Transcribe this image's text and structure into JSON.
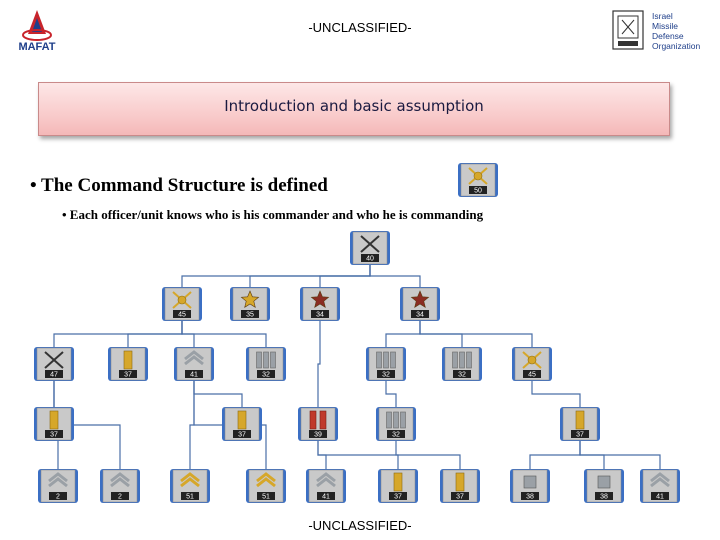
{
  "classification_top": "-UNCLASSIFIED-",
  "classification_bottom": "-UNCLASSIFIED-",
  "logos": {
    "left": {
      "text": "MAFAT"
    },
    "right": {
      "lines": [
        "Israel",
        "Missile",
        "Defense",
        "Organization"
      ]
    }
  },
  "title": "Introduction and basic assumption",
  "bullets": [
    {
      "text": "• The Command Structure is defined"
    },
    {
      "text": "•   Each officer/unit knows who is his commander and who he is commanding"
    }
  ],
  "colors": {
    "accent_blue": "#3b6fc4",
    "title_bg": "#f9cccc",
    "line": "#4a6fa8"
  },
  "org_chart": {
    "featured": {
      "id": "featured",
      "label": "50",
      "icon": "general-emblem-icon"
    },
    "nodes": [
      {
        "id": "root",
        "label": "40",
        "icon": "crossed-swords-icon"
      },
      {
        "id": "l1a",
        "label": "45",
        "icon": "crossed-swords-emblem-icon"
      },
      {
        "id": "l1b",
        "label": "35",
        "icon": "gold-star-icon"
      },
      {
        "id": "l1c",
        "label": "34",
        "icon": "star-icon"
      },
      {
        "id": "l1d",
        "label": "34",
        "icon": "star-icon"
      },
      {
        "id": "l2a",
        "label": "47",
        "icon": "crossed-swords-icon"
      },
      {
        "id": "l2b",
        "label": "37",
        "icon": "gold-bar-icon"
      },
      {
        "id": "l2c",
        "label": "41",
        "icon": "chevron-rank-icon"
      },
      {
        "id": "l2d",
        "label": "32",
        "icon": "triple-bar-icon"
      },
      {
        "id": "l2e",
        "label": "32",
        "icon": "triple-bar-icon"
      },
      {
        "id": "l2f",
        "label": "32",
        "icon": "triple-bar-icon"
      },
      {
        "id": "l2g",
        "label": "45",
        "icon": "crossed-swords-emblem-icon"
      },
      {
        "id": "l3a",
        "label": "37",
        "icon": "gold-bar-icon"
      },
      {
        "id": "l3b",
        "label": "37",
        "icon": "gold-bar-icon"
      },
      {
        "id": "l3c",
        "label": "39",
        "icon": "red-double-bar-icon"
      },
      {
        "id": "l3d",
        "label": "32",
        "icon": "triple-bar-icon"
      },
      {
        "id": "l3e",
        "label": "37",
        "icon": "gold-bar-icon"
      },
      {
        "id": "l4a",
        "label": "2",
        "icon": "chevron-rank-icon"
      },
      {
        "id": "l4b",
        "label": "2",
        "icon": "chevron-rank-icon"
      },
      {
        "id": "l4c",
        "label": "51",
        "icon": "gold-chevron-icon"
      },
      {
        "id": "l4d",
        "label": "51",
        "icon": "gold-chevron-icon"
      },
      {
        "id": "l4e",
        "label": "41",
        "icon": "chevron-rank-icon"
      },
      {
        "id": "l4f",
        "label": "37",
        "icon": "gold-bar-icon"
      },
      {
        "id": "l4g",
        "label": "37",
        "icon": "gold-bar-icon"
      },
      {
        "id": "l4h",
        "label": "38",
        "icon": "silver-bar-icon"
      },
      {
        "id": "l4i",
        "label": "38",
        "icon": "silver-bar-icon"
      },
      {
        "id": "l4j",
        "label": "41",
        "icon": "chevron-rank-icon"
      }
    ],
    "edges": [
      [
        "root",
        "l1a"
      ],
      [
        "root",
        "l1b"
      ],
      [
        "root",
        "l1c"
      ],
      [
        "root",
        "l1d"
      ],
      [
        "l1a",
        "l2a"
      ],
      [
        "l1a",
        "l2b"
      ],
      [
        "l1a",
        "l2c"
      ],
      [
        "l1a",
        "l2d"
      ],
      [
        "l1c",
        "l3c"
      ],
      [
        "l1d",
        "l2e"
      ],
      [
        "l1d",
        "l2f"
      ],
      [
        "l1d",
        "l2g"
      ],
      [
        "l2a",
        "l3a"
      ],
      [
        "l2a",
        "l4a"
      ],
      [
        "l2a",
        "l4b"
      ],
      [
        "l2c",
        "l3b"
      ],
      [
        "l2c",
        "l4c"
      ],
      [
        "l2c",
        "l4d"
      ],
      [
        "l3c",
        "l4e"
      ],
      [
        "l3c",
        "l4f"
      ],
      [
        "l2e",
        "l3d"
      ],
      [
        "l3d",
        "l4g"
      ],
      [
        "l2g",
        "l3e"
      ],
      [
        "l3e",
        "l4h"
      ],
      [
        "l3e",
        "l4i"
      ],
      [
        "l3e",
        "l4j"
      ]
    ]
  }
}
